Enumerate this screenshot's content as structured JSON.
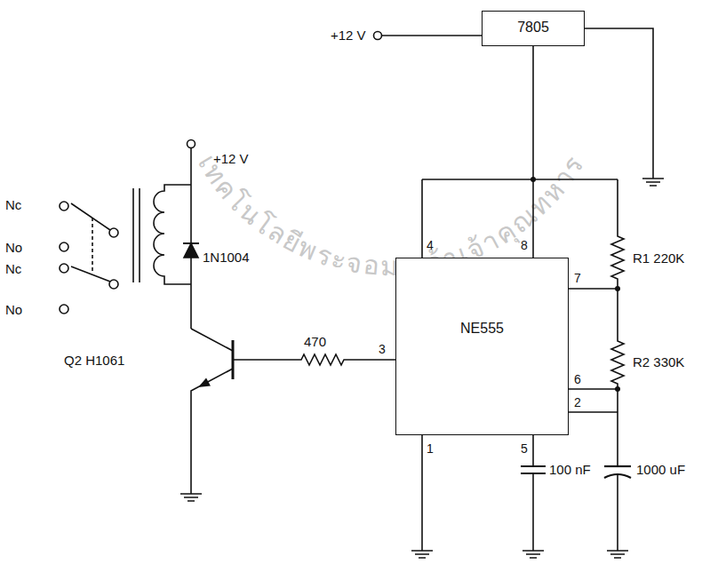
{
  "diagram": {
    "nodes": [
      {
        "text": [
          "7805"
        ]
      },
      {
        "text": [
          "NE555"
        ]
      }
    ],
    "edges": [
      {
        "from": 0,
        "to": 1,
        "arrow": "none"
      }
    ],
    "labels": [
      "+12 V",
      "+12 V",
      "Nc",
      "No",
      "Nc",
      "No",
      "1N1004",
      "Q2 H1061",
      "470",
      "3",
      "4",
      "8",
      "7",
      "R1 220K",
      "R2 330K",
      "6",
      "2",
      "1",
      "5",
      "100 nF",
      "1000 uF",
      "เทคโนโลยีพระจอมเกล้าเจ้าคุณทหาร"
    ]
  }
}
